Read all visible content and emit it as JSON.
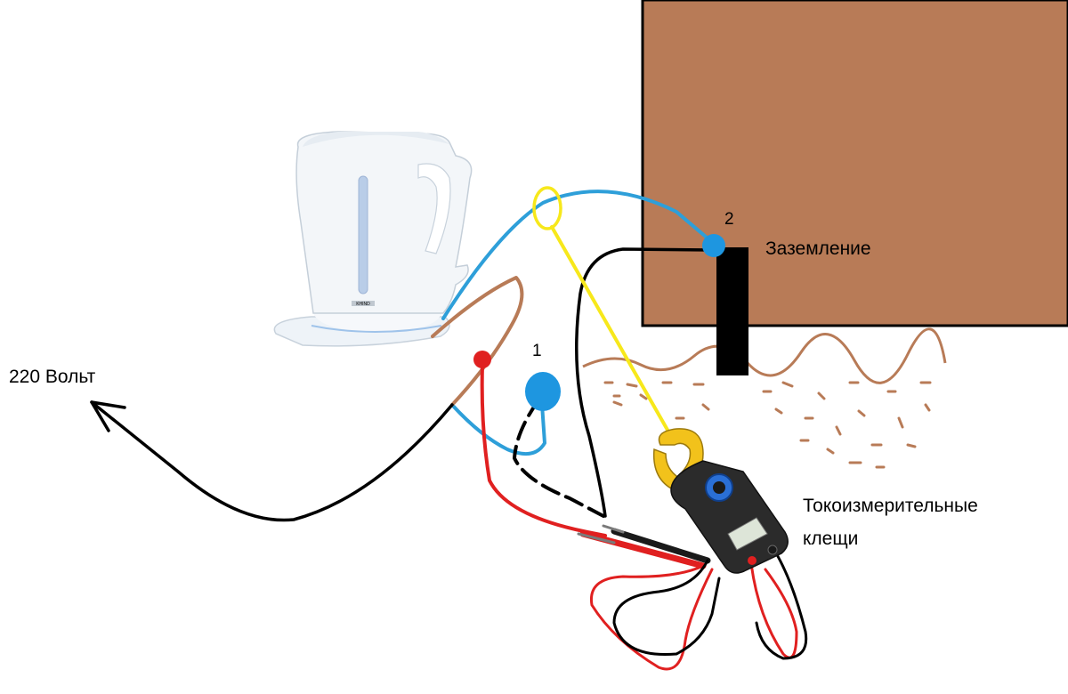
{
  "labels": {
    "voltage": "220 Вольт",
    "ground": "Заземление",
    "clamp_meter_line1": "Токоизмерительные",
    "clamp_meter_line2": "клещи",
    "point_1": "1",
    "point_2": "2"
  },
  "kettle": {
    "brand": "KHIND"
  },
  "colors": {
    "wall": "#B87B57",
    "ground_rod": "#000000",
    "wire_blue": "#2E9FD9",
    "wire_brown": "#B87B57",
    "wire_red": "#E02020",
    "wire_black": "#000000",
    "wire_yellow": "#F7E81B",
    "point_blue": "#1E96E0",
    "point_red": "#E02020",
    "soil": "#B87B57",
    "meter_clamp": "#F2C21B",
    "meter_body": "#2B2B2B",
    "meter_dial": "#2A6FD6"
  },
  "icons": {
    "kettle": "electric-kettle-icon",
    "meter": "clamp-meter-icon",
    "arrow": "arrow-head-icon"
  }
}
